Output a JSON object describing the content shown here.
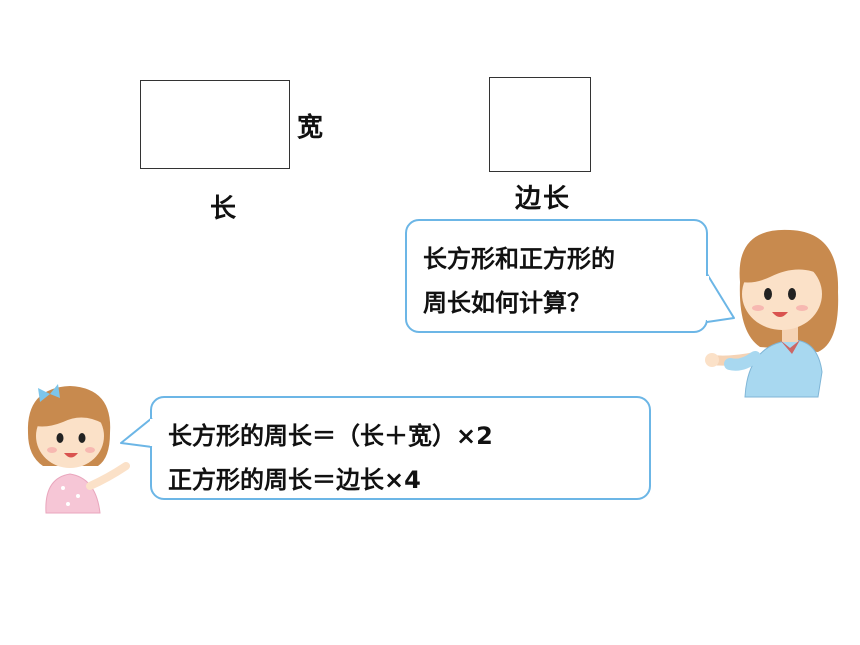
{
  "rectangle": {
    "width_label": "宽",
    "length_label": "长"
  },
  "square": {
    "side_label": "边长"
  },
  "teacher_bubble": {
    "line1": "长方形和正方形的",
    "line2": "周长如何计算？"
  },
  "girl_bubble": {
    "line1": "长方形的周长＝（长＋宽）×2",
    "line2": "正方形的周长＝边长×4"
  },
  "colors": {
    "bubble_border": "#6cb6e6",
    "hair": "#c88a4e",
    "teacher_shirt": "#a8d8f0",
    "girl_shirt": "#f6c6d6"
  }
}
